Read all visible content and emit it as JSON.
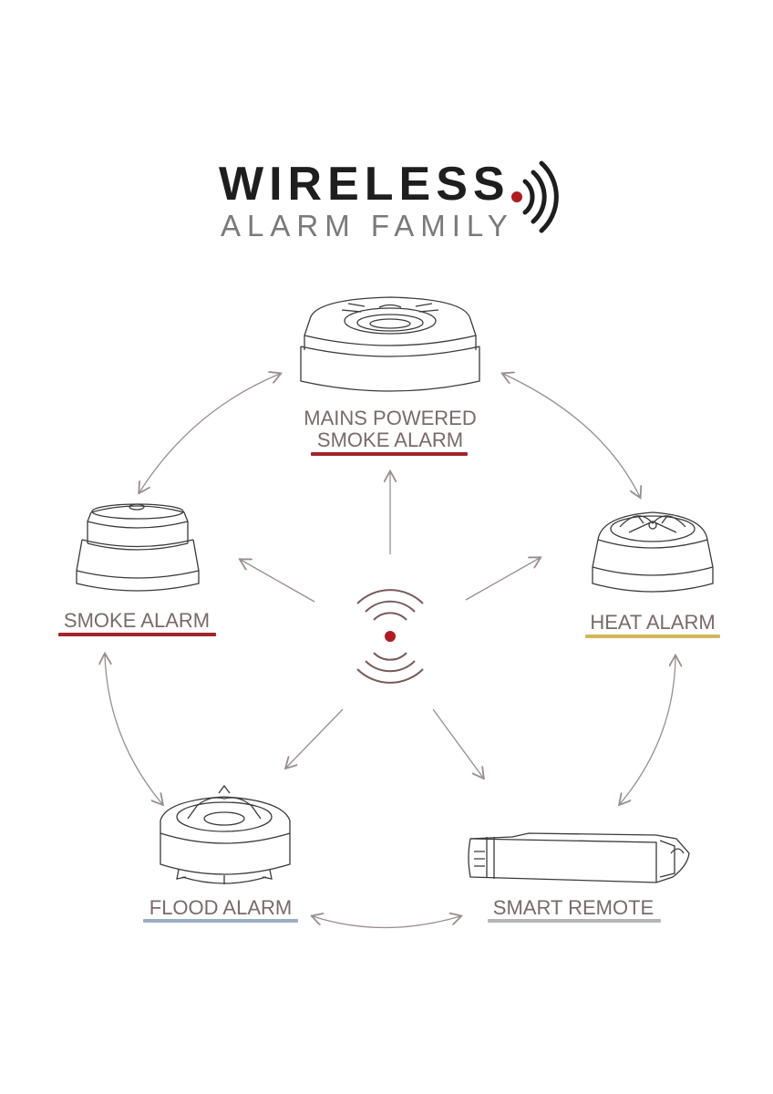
{
  "title": {
    "main": "WIRELESS",
    "sub": "ALARM FAMILY"
  },
  "colors": {
    "title_dark": "#1e1e1e",
    "title_gray": "#7a7a7a",
    "signal_red": "#b01c22",
    "arrow_gray": "#9a9090",
    "device_line": "#3a3a3a"
  },
  "nodes": {
    "mains": {
      "line1": "MAINS POWERED",
      "line2": "SMOKE ALARM",
      "underline_color": "#a3242b",
      "icon": "mains-smoke-alarm-icon"
    },
    "smoke": {
      "label": "SMOKE ALARM",
      "underline_color": "#a3242b",
      "icon": "smoke-alarm-icon"
    },
    "heat": {
      "label": "HEAT ALARM",
      "underline_color": "#d4b65a",
      "icon": "heat-alarm-icon"
    },
    "flood": {
      "label": "FLOOD ALARM",
      "underline_color": "#9aafc4",
      "icon": "flood-alarm-icon"
    },
    "remote": {
      "label": "SMART REMOTE",
      "underline_color": "#b5b5b5",
      "icon": "smart-remote-icon"
    }
  }
}
